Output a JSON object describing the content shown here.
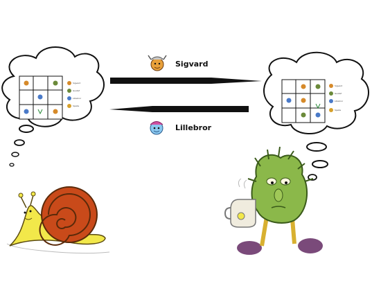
{
  "arrows": {
    "top_label": "Sigvard",
    "bottom_label": "Lillebror"
  },
  "legend_items": [
    "Sigvard",
    "Gustaf",
    "Lillebror",
    "Spelle"
  ],
  "colors": {
    "arrow": "#111111",
    "snail_body": "#f2e84a",
    "snail_shell": "#c94a1a",
    "monster": "#8bb84a",
    "mug": "#f0ecde",
    "slippers": "#7a4a7a"
  },
  "icons": [
    "viking-avatar-icon",
    "blue-ghost-icon",
    "snail-character",
    "tired-monster-character"
  ]
}
